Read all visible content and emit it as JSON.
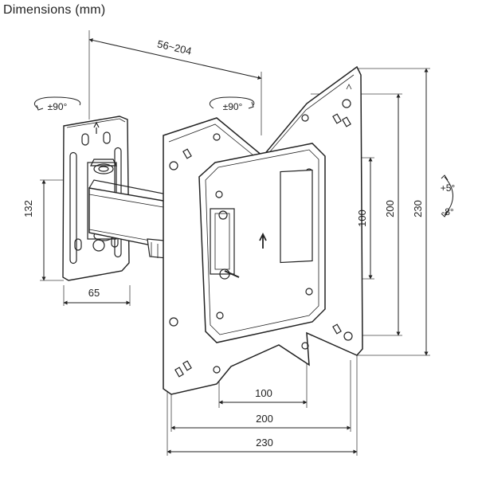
{
  "title": "Dimensions (mm)",
  "dimensions": {
    "arm_reach": "56~204",
    "wall_plate_height": "132",
    "wall_plate_width": "65",
    "vesa_inner": "100",
    "vesa_mid": "200",
    "vesa_outer": "230",
    "bottom_100": "100",
    "bottom_200": "200",
    "bottom_230": "230"
  },
  "rotation": {
    "wall_swivel": "±90°",
    "plate_rotation": "±90°",
    "tilt_up": "+5°",
    "tilt_down": "-8°"
  }
}
